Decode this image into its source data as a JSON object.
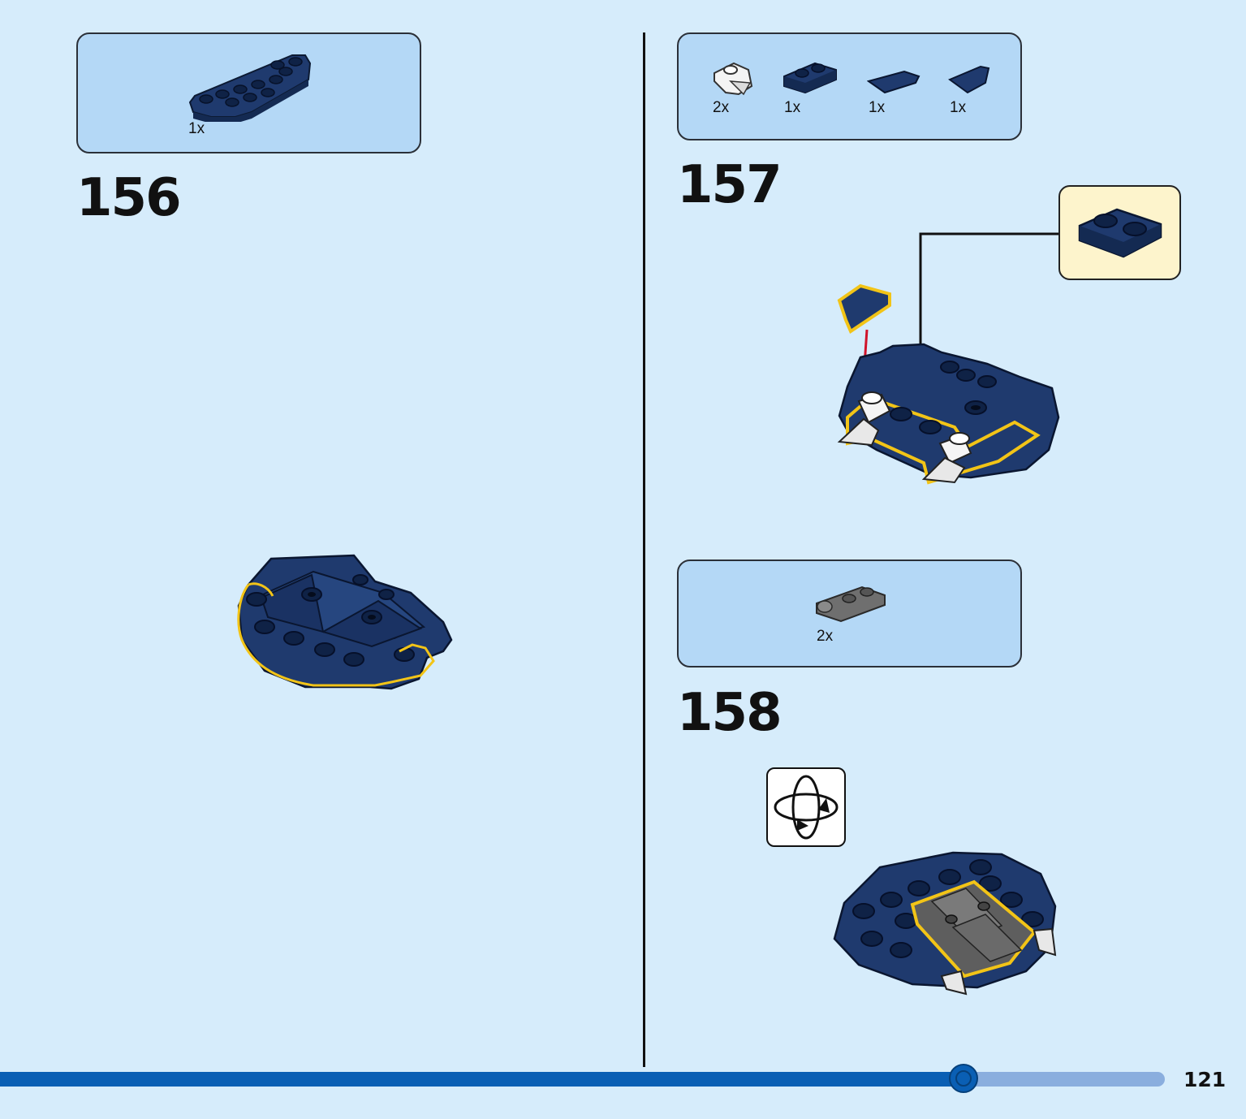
{
  "steps": [
    {
      "number": "156",
      "parts": [
        {
          "qty": "1x",
          "part": "dark-blue-round-plate-2x6"
        }
      ]
    },
    {
      "number": "157",
      "parts": [
        {
          "qty": "2x",
          "part": "white-tooth-plate"
        },
        {
          "qty": "1x",
          "part": "dark-blue-plate-1x2"
        },
        {
          "qty": "1x",
          "part": "dark-blue-wedge-plate"
        },
        {
          "qty": "1x",
          "part": "dark-blue-wedge-tile"
        }
      ]
    },
    {
      "number": "158",
      "parts": [
        {
          "qty": "2x",
          "part": "dark-gray-clip-plate"
        }
      ]
    }
  ],
  "page": {
    "number": "121",
    "progress_fraction": 0.827
  },
  "colors": {
    "background": "#d6ecfb",
    "panel": "#b4d8f6",
    "brick_dark_blue": "#1f3a6e",
    "highlight_yellow": "#f2c417",
    "arrow_red": "#d0132b",
    "progress_fill": "#0a5fb4",
    "progress_track": "#8aaede",
    "callout": "#fdf4cc"
  },
  "icons": {
    "rotate": "rotate-model-icon"
  }
}
